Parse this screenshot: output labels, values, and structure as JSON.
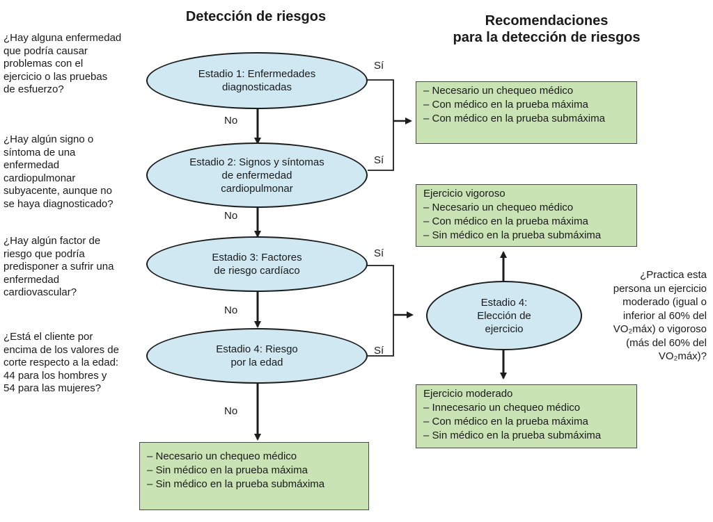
{
  "headings": {
    "left": "Detección de riesgos",
    "right": "Recomendaciones\npara la detección de riesgos"
  },
  "questions": [
    "¿Hay alguna enfermedad\nque podría causar\nproblemas con el\nejercicio o las pruebas\nde esfuerzo?",
    "¿Hay algún signo o\nsíntoma de una\nenfermedad\ncardiopulmonar\nsubyacente, aunque no\nse haya diagnosticado?",
    "¿Hay algún factor de\nriesgo que podría\npredisponer a sufrir una\nenfermedad\ncardiovascular?",
    "¿Está el cliente por\nencima de los valores de\ncorte respecto a la edad:\n44 para los hombres y\n54 para las mujeres?"
  ],
  "stages": [
    "Estadio 1: Enfermedades\ndiagnosticadas",
    "Estadio 2: Signos y síntomas\nde enfermedad\ncardiopulmonar",
    "Estadio 3: Factores\nde riesgo cardíaco",
    "Estadio 4: Riesgo\npor la edad"
  ],
  "choice_stage": "Estadio 4:\nElección de\nejercicio",
  "choice_question": "¿Practica esta\npersona un ejercicio\nmoderado (igual o\ninferior al 60% del\nVO₂máx) o vigoroso\n(más del 60% del\nVO₂máx)?",
  "labels": {
    "si": "Sí",
    "no": "No"
  },
  "boxes": {
    "top_right": [
      "– Necesario un chequeo médico",
      "– Con médico en la prueba máxima",
      "– Con médico en la prueba submáxima"
    ],
    "vigorous": [
      "Ejercicio vigoroso",
      "– Necesario un chequeo médico",
      "– Con médico en la prueba máxima",
      "– Sin médico en la prueba submáxima"
    ],
    "moderate": [
      "Ejercicio moderado",
      "– Innecesario un chequeo médico",
      "– Con médico en la prueba máxima",
      "– Sin médico en la prueba submáxima"
    ],
    "bottom": [
      "– Necesario un chequeo médico",
      "– Sin médico en la prueba máxima",
      "– Sin médico en la prueba submáxima"
    ]
  },
  "colors": {
    "ellipse_fill": "#cfe8f2",
    "box_fill": "#c9e3b4",
    "line": "#1c1c1c"
  }
}
